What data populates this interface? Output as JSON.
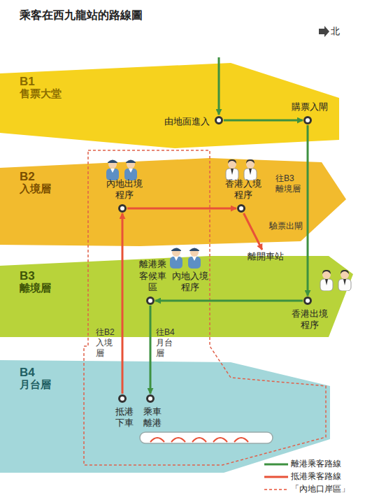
{
  "diagram": {
    "title": "乘客在西九龍站的路線圖",
    "nodes": [
      {
        "text": [
          "B1",
          "售票大堂"
        ]
      },
      {
        "text": [
          "由地面進入"
        ],
        "in": 0
      },
      {
        "text": [
          "購票入閘"
        ],
        "in": 0
      },
      {
        "text": [
          "B2",
          "入境層"
        ]
      },
      {
        "text": [
          "內地出境程序"
        ],
        "in": 3
      },
      {
        "text": [
          "香港入境程序"
        ],
        "in": 3
      },
      {
        "text": [
          "離開車站"
        ],
        "in": 3
      },
      {
        "text": [
          "B3",
          "離境層"
        ]
      },
      {
        "text": [
          "香港出境程序"
        ],
        "in": 7
      },
      {
        "text": [
          "離港乘客候車區"
        ],
        "in": 7
      },
      {
        "text": [
          "內地入境程序"
        ],
        "in": 7
      },
      {
        "text": [
          "B4",
          "月台層"
        ]
      },
      {
        "text": [
          "抵港下車"
        ],
        "in": 11
      },
      {
        "text": [
          "乘車離港"
        ],
        "in": 11
      }
    ],
    "edges": [
      {
        "from": 1,
        "to": 2,
        "arrow": "to"
      },
      {
        "from": 2,
        "to": 8,
        "arrow": "to",
        "label": "往B3 離境層"
      },
      {
        "from": 8,
        "to": 9,
        "arrow": "to"
      },
      {
        "from": 9,
        "to": 13,
        "arrow": "to",
        "label": "往B4 月台層"
      },
      {
        "from": 12,
        "to": 4,
        "arrow": "to",
        "label": "往B2 入境層"
      },
      {
        "from": 4,
        "to": 5,
        "arrow": "to"
      },
      {
        "from": 5,
        "to": 6,
        "arrow": "to",
        "label": "驗票出閘"
      }
    ],
    "labels": [
      "北"
    ],
    "legend": [
      {
        "text": "離港乘客路線"
      },
      {
        "text": "抵港乘客路線"
      },
      {
        "text": "「內地口岸區」"
      }
    ]
  }
}
